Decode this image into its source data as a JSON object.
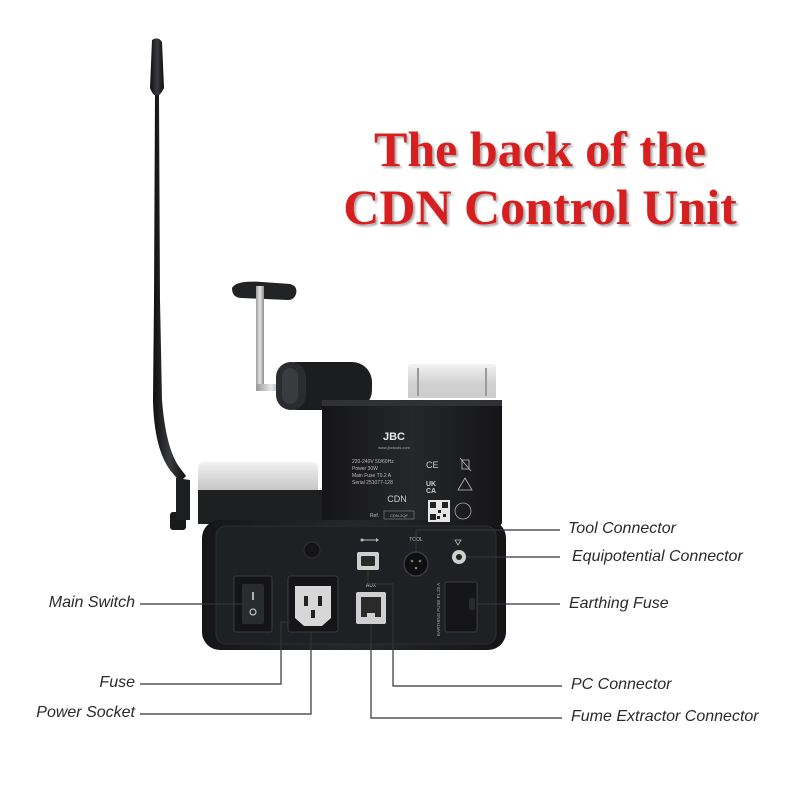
{
  "headline": {
    "line1": "The back of the",
    "line2": "CDN Control Unit"
  },
  "device": {
    "brand": "JBC",
    "website": "www.jbctools.com",
    "specs": [
      "220-240V 50/60Hz",
      "Power 30W",
      "Main Fuse T0.2 A",
      "Serial 251077-128"
    ],
    "model": "CDN",
    "ref_label": "Ref.",
    "ref_value": "CDN-2QF",
    "tool_label": "TOOL",
    "aux_label": "AUX",
    "fuse_panel_text": "EARTHING FUSE F1.25 A",
    "ce_mark": "CE",
    "ukca_line1": "UK",
    "ukca_line2": "CA"
  },
  "callouts": {
    "tool_connector": "Tool Connector",
    "equipotential_connector": "Equipotential Connector",
    "earthing_fuse": "Earthing Fuse",
    "pc_connector": "PC Connector",
    "fume_extractor_connector": "Fume Extractor Connector",
    "main_switch": "Main Switch",
    "fuse": "Fuse",
    "power_socket": "Power Socket"
  },
  "colors": {
    "headline": "#d81f1f",
    "body": "#1b1c1e",
    "panel": "#222326",
    "leader": "#333333"
  }
}
